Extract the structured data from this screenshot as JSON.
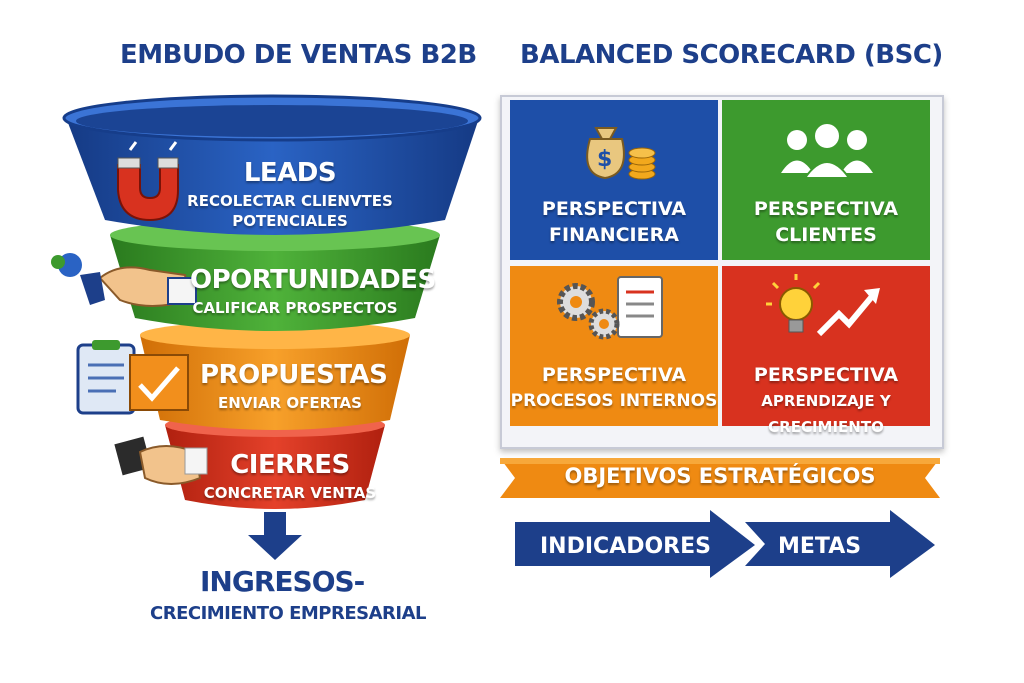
{
  "funnel": {
    "title": "EMBUDO DE VENTAS B2B",
    "stages": [
      {
        "name": "LEADS",
        "desc": "RECOLECTAR CLIENVTES",
        "desc2": "POTENCIALES",
        "color": "#1e4fa8"
      },
      {
        "name": "OPORTUNIDADES",
        "desc": "CALIFICAR PROSPECTOS",
        "color": "#3d9a2e"
      },
      {
        "name": "PROPUESTAS",
        "desc": "ENVIAR OFERTAS",
        "color": "#ef8a12"
      },
      {
        "name": "CIERRES",
        "desc": "CONCRETAR VENTAS",
        "color": "#d8321f"
      }
    ],
    "output_title": "INGRESOS-",
    "output_subtitle": "CRECIMIENTO EMPRESARIAL"
  },
  "bsc": {
    "title": "BALANCED SCORECARD (BSC)",
    "perspectives": [
      {
        "line1": "PERSPECTIVA",
        "line2": "FINANCIERA",
        "color": "#1e4fa8",
        "icon": "money-bag-icon"
      },
      {
        "line1": "PERSPECTIVA",
        "line2": "CLIENTES",
        "color": "#3d9a2e",
        "icon": "people-icon"
      },
      {
        "line1": "PERSPECTIVA",
        "line2": "PROCESOS INTERNOS",
        "color": "#ef8a12",
        "icon": "gears-clipboard-icon"
      },
      {
        "line1": "PERSPECTIVA",
        "line2": "APRENDIZAJE Y CRECIMIENTO",
        "color": "#d8321f",
        "icon": "lightbulb-growth-icon"
      }
    ],
    "objectives": "OBJETIVOS ESTRATÉGICOS",
    "indicators": "INDICADORES",
    "goals": "METAS"
  }
}
